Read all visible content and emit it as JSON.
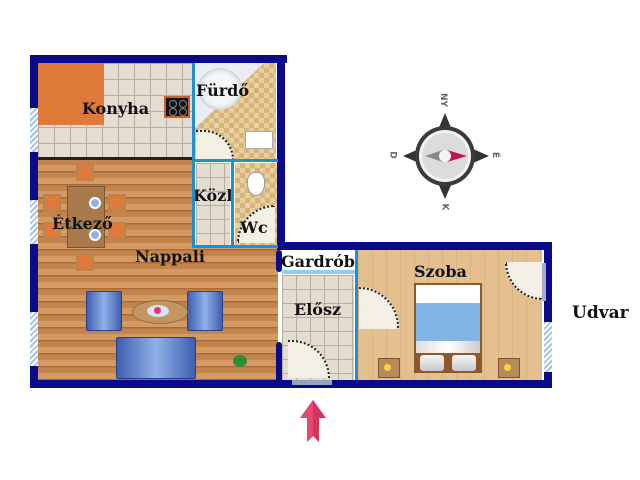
{
  "plan": {
    "rooms": {
      "konyha": "Konyha",
      "furdo": "Fürdő",
      "etkezo": "Étkező",
      "kozl": "Közl",
      "wc": "Wc",
      "nappali": "Nappali",
      "gardrob": "Gardrób",
      "elosz": "Elősz",
      "szoba": "Szoba"
    },
    "outside_label": "Udvar",
    "entrance_arrow": "entrance-arrow"
  },
  "compass": {
    "north": "NY",
    "east": "É",
    "south": "K",
    "west": "D"
  },
  "colors": {
    "outer_wall": "#0a0a8c",
    "inner_wall": "#1e8fd0",
    "kitchen_counter": "#e07a3a",
    "arrow": "#d6335f",
    "compass_needle": "#c8144a"
  }
}
